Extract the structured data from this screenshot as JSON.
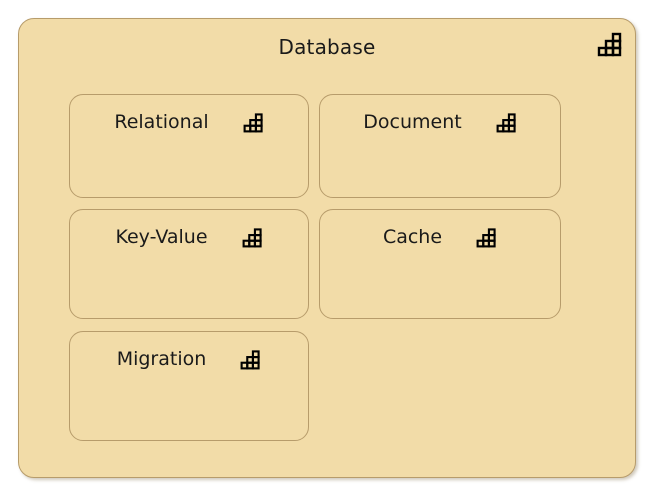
{
  "diagram": {
    "type": "uml-package-diagram",
    "background_color": "#ffffff",
    "fill_color": "#f2dca8",
    "border_color": "#b79c6b",
    "text_color": "#1a1a1a",
    "package": {
      "title": "Database",
      "icon": "package-stair-step-icon"
    },
    "nodes": [
      {
        "label": "Relational",
        "icon": "package-stair-step-icon",
        "column": 1,
        "row": 1
      },
      {
        "label": "Document",
        "icon": "package-stair-step-icon",
        "column": 2,
        "row": 1
      },
      {
        "label": "Key-Value",
        "icon": "package-stair-step-icon",
        "column": 1,
        "row": 2
      },
      {
        "label": "Cache",
        "icon": "package-stair-step-icon",
        "column": 2,
        "row": 2
      },
      {
        "label": "Migration",
        "icon": "package-stair-step-icon",
        "column": 1,
        "row": 3
      }
    ]
  }
}
